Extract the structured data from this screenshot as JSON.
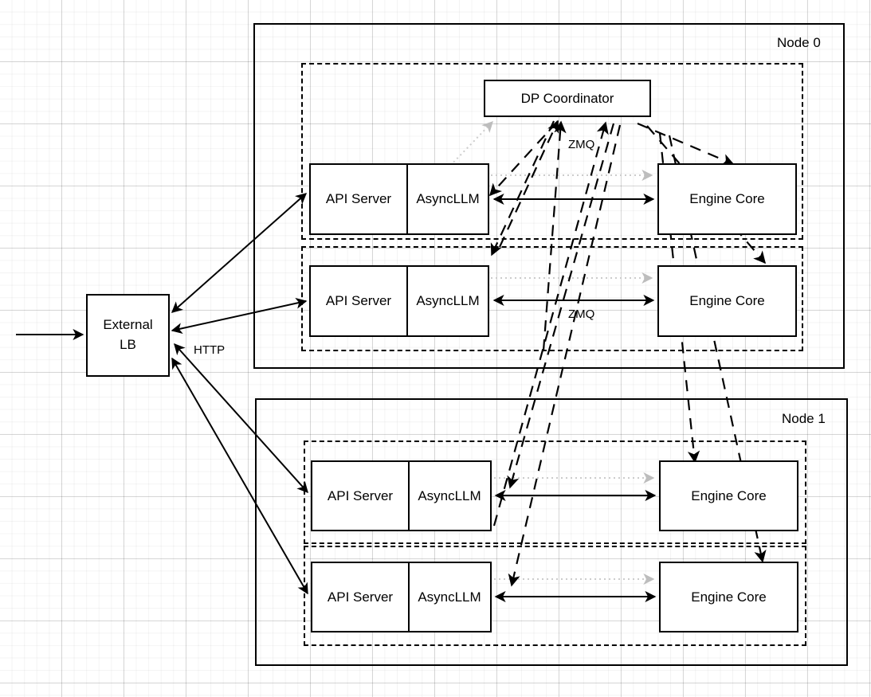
{
  "diagram": {
    "title_nodes": [
      {
        "id": "node0",
        "label": "Node 0"
      },
      {
        "id": "node1",
        "label": "Node 1"
      }
    ],
    "external_lb": {
      "line1": "External",
      "line2": "LB"
    },
    "coordinator": {
      "label": "DP Coordinator"
    },
    "components": {
      "api_server": "API Server",
      "async_llm": "AsyncLLM",
      "engine_core": "Engine Core"
    },
    "edge_labels": {
      "http": "HTTP",
      "zmq_top": "ZMQ",
      "zmq_mid": "ZMQ"
    },
    "ranks": [
      {
        "node": "Node 0",
        "api_server": "API Server",
        "async_llm": "AsyncLLM",
        "engine_core": "Engine Core",
        "zmq_label": "ZMQ"
      },
      {
        "node": "Node 0",
        "api_server": "API Server",
        "async_llm": "AsyncLLM",
        "engine_core": "Engine Core",
        "zmq_label": "ZMQ"
      },
      {
        "node": "Node 1",
        "api_server": "API Server",
        "async_llm": "AsyncLLM",
        "engine_core": "Engine Core",
        "zmq_label": ""
      },
      {
        "node": "Node 1",
        "api_server": "API Server",
        "async_llm": "AsyncLLM",
        "engine_core": "Engine Core",
        "zmq_label": ""
      }
    ],
    "colors": {
      "stroke": "#000000",
      "dotted_gray": "#cccccc",
      "grid_minor": "#f2f2f2",
      "grid_major": "#e0e0e0",
      "background": "#ffffff"
    }
  }
}
